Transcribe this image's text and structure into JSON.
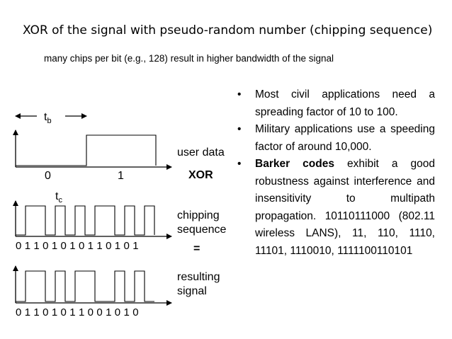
{
  "title": "XOR of the signal with pseudo-random number (chipping sequence)",
  "subtitle": "many chips per bit (e.g., 128) result in higher bandwidth of the signal",
  "bullets": [
    {
      "bold": "",
      "text": "Most civil applications need a spreading factor of 10 to 100."
    },
    {
      "bold": "",
      "text": "Military applications use a speeding factor of around 10,000."
    },
    {
      "bold": "Barker codes",
      "text": " exhibit a good robustness against interference and insensitivity to multipath propagation. 10110111000 (802.11 wireless LANS), 11, 110, 1110, 11101, 1110010, 1111100110101"
    }
  ],
  "diagram": {
    "tb_label": "t",
    "tb_sub": "b",
    "tc_label": "t",
    "tc_sub": "c",
    "user_data_bits": [
      "0",
      "1"
    ],
    "user_data_label": "user data",
    "xor_label": "XOR",
    "chipping_label_1": "chipping",
    "chipping_label_2": "sequence",
    "chipping_bits": "0 1 1 0 1 0 1 0 1 1 0 1 0 1",
    "equals_label": "=",
    "result_label_1": "resulting",
    "result_label_2": "signal",
    "result_bits": "0 1 1 0 1 0 1 1 0 0 1 0 1 0"
  }
}
